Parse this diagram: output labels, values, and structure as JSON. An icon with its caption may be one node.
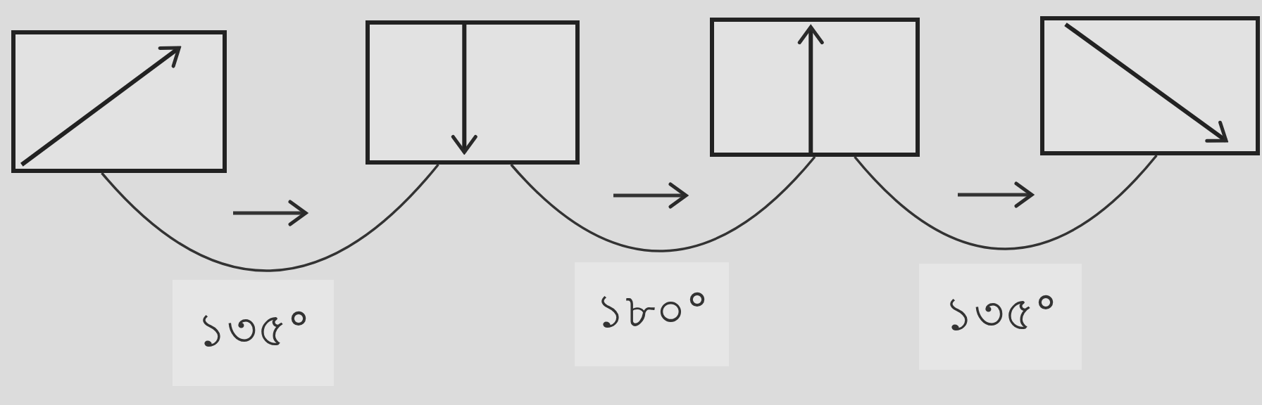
{
  "diagram": {
    "nodes": [
      {
        "text": [],
        "shape": "box"
      },
      {
        "text": [],
        "shape": "box"
      },
      {
        "text": [],
        "shape": "box"
      },
      {
        "text": [],
        "shape": "box"
      }
    ],
    "edges": [
      {
        "from": 0,
        "to": 1,
        "arrow": "none",
        "label": "১৩৫°"
      },
      {
        "from": 1,
        "to": 2,
        "arrow": "none",
        "label": "১৮০°"
      },
      {
        "from": 2,
        "to": 3,
        "arrow": "none",
        "label": "১৩৫°"
      }
    ]
  }
}
